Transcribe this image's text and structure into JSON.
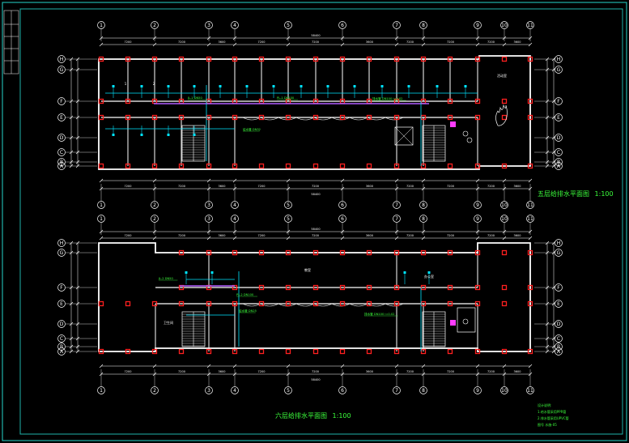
{
  "colors": {
    "background": "#000000",
    "frame": "#20b2aa",
    "wall": "#ffffff",
    "column": "#ff2020",
    "water_pipe": "#00e5ff",
    "drain_pipe": "#b05cff",
    "annotation": "#3cff3c",
    "axis": "#ffffff"
  },
  "plans": [
    {
      "id": "upper",
      "title": "五层给排水平面图",
      "scale": "1:100",
      "axis_labels": [
        "1",
        "2",
        "3",
        "4",
        "5",
        "6",
        "7",
        "8",
        "9",
        "10",
        "11"
      ],
      "row_labels": [
        "H",
        "G",
        "F",
        "E",
        "D",
        "C",
        "B",
        "A"
      ],
      "overall_dimension": "58400",
      "bay_dimensions": [
        "7200",
        "7200",
        "3600",
        "7200",
        "7200",
        "3600",
        "7200",
        "7200",
        "7200",
        "3600"
      ],
      "pipe_labels": [
        "JL-1 DN50",
        "PL-1 DN100",
        "给水管 DN32",
        "排水管 DN100 i=0.02"
      ]
    },
    {
      "id": "lower",
      "title": "六层给排水平面图",
      "scale": "1:100",
      "axis_labels": [
        "1",
        "2",
        "3",
        "4",
        "5",
        "6",
        "7",
        "8",
        "9",
        "10",
        "11"
      ],
      "row_labels": [
        "H",
        "G",
        "F",
        "E",
        "D",
        "C",
        "B",
        "A"
      ],
      "overall_dimension": "58400",
      "bay_dimensions": [
        "7200",
        "7200",
        "3600",
        "7200",
        "7200",
        "3600",
        "7200",
        "7200",
        "7200",
        "3600"
      ],
      "pipe_labels": [
        "JL-2 DN50",
        "PL-2 DN100",
        "给水管 DN25",
        "排水管 DN100 i=0.02"
      ]
    }
  ],
  "notes": [
    "设计说明:",
    "1.给水管采用PPR管",
    "2.排水管采用UPVC管",
    "图号  水施-05"
  ]
}
